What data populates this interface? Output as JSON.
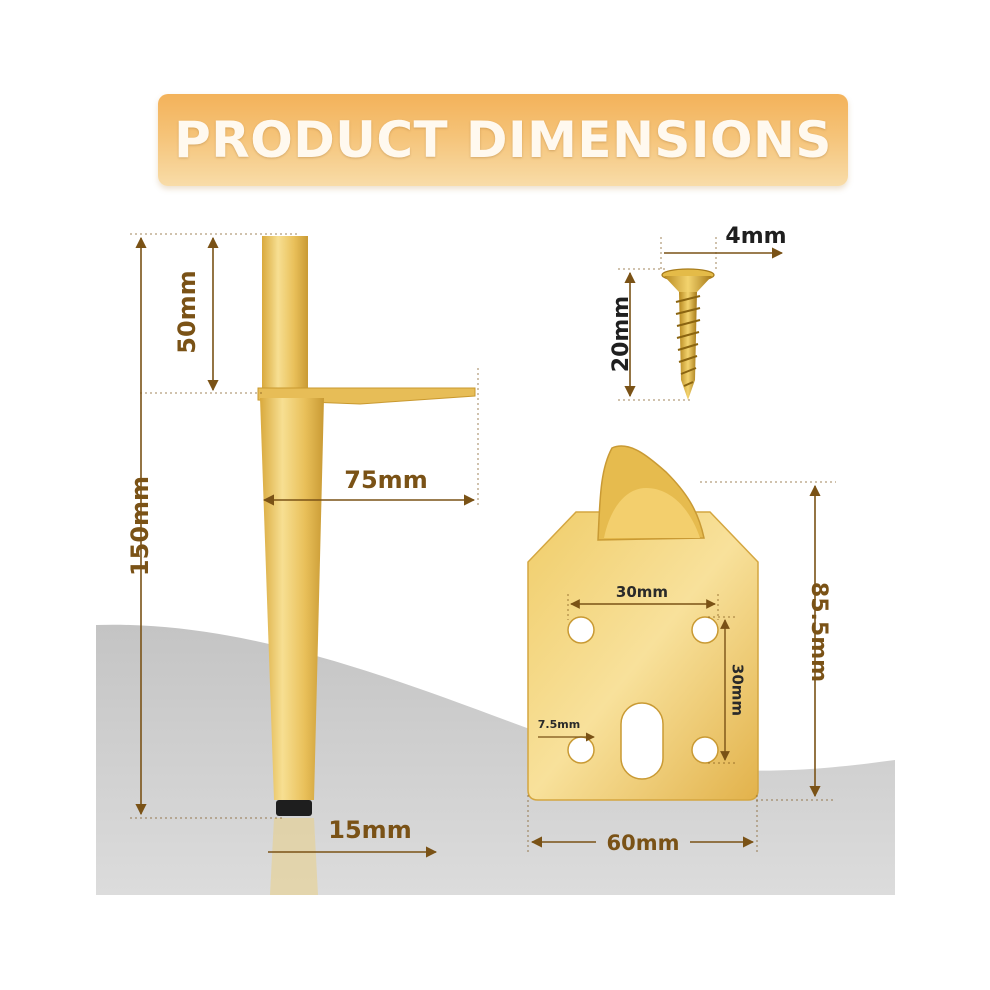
{
  "title": "PRODUCT DIMENSIONS",
  "colors": {
    "gold": "#e6bb55",
    "gold_light": "#f6dc8c",
    "gold_dark": "#b98c2c",
    "dimension_text": "#7a5216",
    "floor_gray": "#bdbdbd"
  },
  "dimensions": {
    "leg_height": "150mm",
    "bracket_height": "50mm",
    "plate_width": "75mm",
    "foot_width": "15mm",
    "screw_width": "4mm",
    "screw_length": "20mm",
    "mount_height": "85.5mm",
    "mount_width": "60mm",
    "hole_spacing_horizontal": "30mm",
    "hole_spacing_vertical": "30mm",
    "hole_diameter": "7.5mm"
  }
}
